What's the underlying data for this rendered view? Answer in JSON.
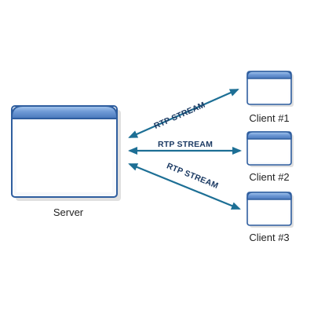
{
  "server": {
    "label": "Server"
  },
  "clients": [
    {
      "label": "Client #1"
    },
    {
      "label": "Client #2"
    },
    {
      "label": "Client #3"
    }
  ],
  "streams": [
    {
      "label": "RTP STREAM"
    },
    {
      "label": "RTP STREAM"
    },
    {
      "label": "RTP STREAM"
    }
  ],
  "colors": {
    "window_titlebar": "#4f7fc0",
    "window_titlebar_light": "#9ec1ea",
    "window_border": "#2f5e9f",
    "window_body": "#ffffff",
    "window_shadow": "#c7c7c7",
    "arrow": "#1d6f95",
    "stream_text": "#1b3a63"
  },
  "icons": {
    "server": "window-icon",
    "client": "window-icon",
    "stream": "double-arrow-icon"
  }
}
